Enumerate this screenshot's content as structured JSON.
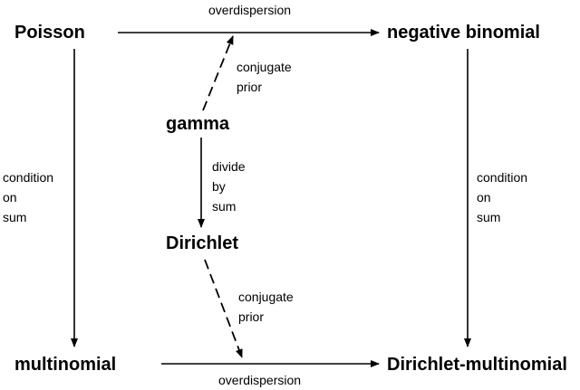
{
  "nodes": {
    "poisson": "Poisson",
    "negative_binomial": "negative binomial",
    "gamma": "gamma",
    "dirichlet": "Dirichlet",
    "multinomial": "multinomial",
    "dirichlet_multinomial": "Dirichlet-multinomial"
  },
  "edge_labels": {
    "top_overdispersion": "overdispersion",
    "bottom_overdispersion": "overdispersion",
    "upper_conjugate_prior": [
      "conjugate",
      "prior"
    ],
    "lower_conjugate_prior": [
      "conjugate",
      "prior"
    ],
    "divide_by_sum": [
      "divide",
      "by",
      "sum"
    ],
    "left_condition_on_sum": [
      "condition",
      "on",
      "sum"
    ],
    "right_condition_on_sum": [
      "condition",
      "on",
      "sum"
    ]
  },
  "edge_styles": {
    "solid": "solid",
    "dashed": "dashed"
  }
}
